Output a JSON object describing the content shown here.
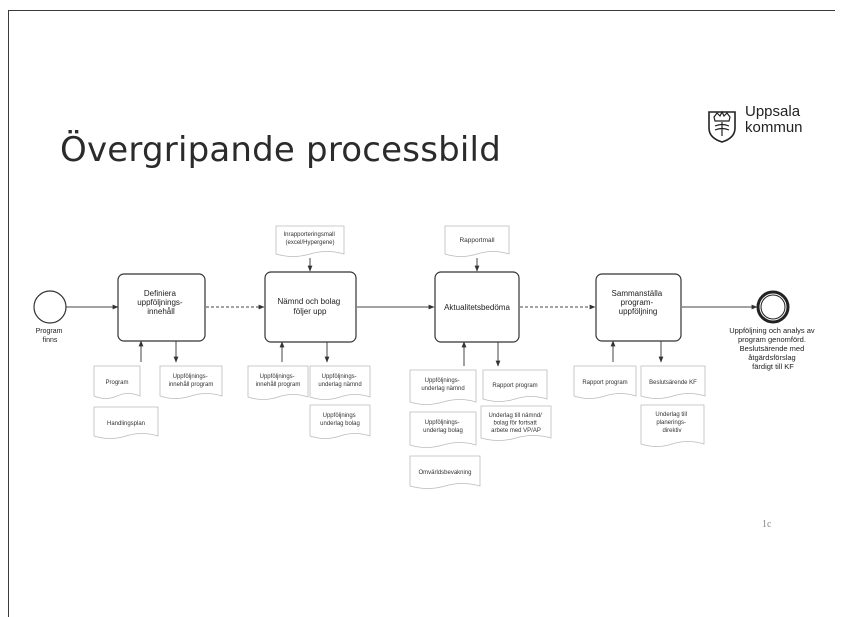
{
  "slide": {
    "title": "Övergripande processbild",
    "logo_line1": "Uppsala",
    "logo_line2": "kommun",
    "page_number": "1c"
  },
  "diagram": {
    "start_event": [
      "Program",
      "finns"
    ],
    "end_event": [
      "Uppföljning och analys av",
      "program genomförd.",
      "Beslutsärende med",
      "åtgärdsförslag",
      "färdigt till KF"
    ],
    "tasks": [
      [
        "Definiera",
        "uppföljnings-",
        "innehåll"
      ],
      [
        "Nämnd och bolag",
        "följer upp"
      ],
      [
        "Aktualitetsbedöma"
      ],
      [
        "Sammanställa",
        "program-",
        "uppföljning"
      ]
    ],
    "top_docs": [
      [
        "Inrapporteringsmall",
        "(excel/Hypergene)"
      ],
      [
        "Rapportmall"
      ]
    ],
    "docs": {
      "program": [
        "Program"
      ],
      "handlingsplan": [
        "Handlingsplan"
      ],
      "uppf_innehall_out": [
        "Uppföljnings-",
        "innehåll program"
      ],
      "uppf_innehall_in": [
        "Uppföljnings-",
        "innehåll program"
      ],
      "uppf_underlag_namnd_out": [
        "Uppföljnings-",
        "underlag nämnd"
      ],
      "uppf_underlag_bolag_out": [
        "Uppföljnings",
        "underlag bolag"
      ],
      "uppf_underlag_namnd_in": [
        "Uppföljnings-",
        "underlag nämnd"
      ],
      "uppf_underlag_bolag_in": [
        "Uppföljnings-",
        "underlag bolag"
      ],
      "omvarld": [
        "Omvärldsbevakning"
      ],
      "rapport_out": [
        "Rapport program"
      ],
      "underlag_namnd": [
        "Underlag till nämnd/",
        "bolag för fortsatt",
        "arbete med VP/AP"
      ],
      "rapport_in": [
        "Rapport program"
      ],
      "beslut": [
        "Beslutsärende KF"
      ],
      "underlag_plan": [
        "Underlag till",
        "planerings-",
        "direktiv"
      ]
    }
  }
}
